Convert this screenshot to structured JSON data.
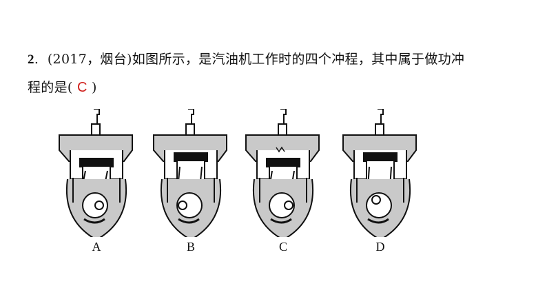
{
  "question": {
    "number": "2",
    "source": "(2017，烟台)",
    "text_line1": "如图所示，是汽油机工作时的四个冲程，其中属于做功冲",
    "text_line2": "程的是",
    "answer_open": "( ",
    "answer": "C",
    "answer_close": " )"
  },
  "figures": [
    {
      "label": "A"
    },
    {
      "label": "B"
    },
    {
      "label": "C"
    },
    {
      "label": "D"
    }
  ],
  "colors": {
    "answer": "#d0201c",
    "engine_fill": "#c9c9c9",
    "outline": "#111111"
  },
  "icons": [
    "engine-cylinder-icon",
    "spark-plug-icon",
    "piston-icon",
    "crankshaft-icon",
    "valve-spring-icon"
  ]
}
